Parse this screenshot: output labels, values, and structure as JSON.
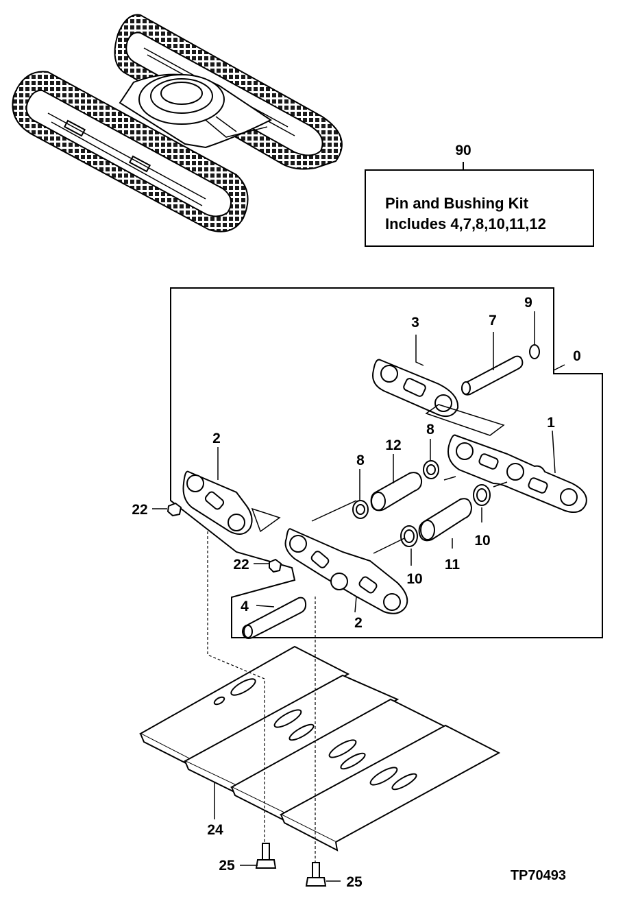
{
  "figure_ref": "TP70493",
  "kit": {
    "callout": "90",
    "line1": "Pin and Bushing Kit",
    "line2": "Includes 4,7,8,10,11,12"
  },
  "callouts": {
    "c0": "0",
    "c1": "1",
    "c2a": "2",
    "c2b": "2",
    "c3": "3",
    "c4": "4",
    "c7": "7",
    "c8a": "8",
    "c8b": "8",
    "c9": "9",
    "c10a": "10",
    "c10b": "10",
    "c11": "11",
    "c12": "12",
    "c22a": "22",
    "c22b": "22",
    "c24": "24",
    "c25a": "25",
    "c25b": "25"
  }
}
